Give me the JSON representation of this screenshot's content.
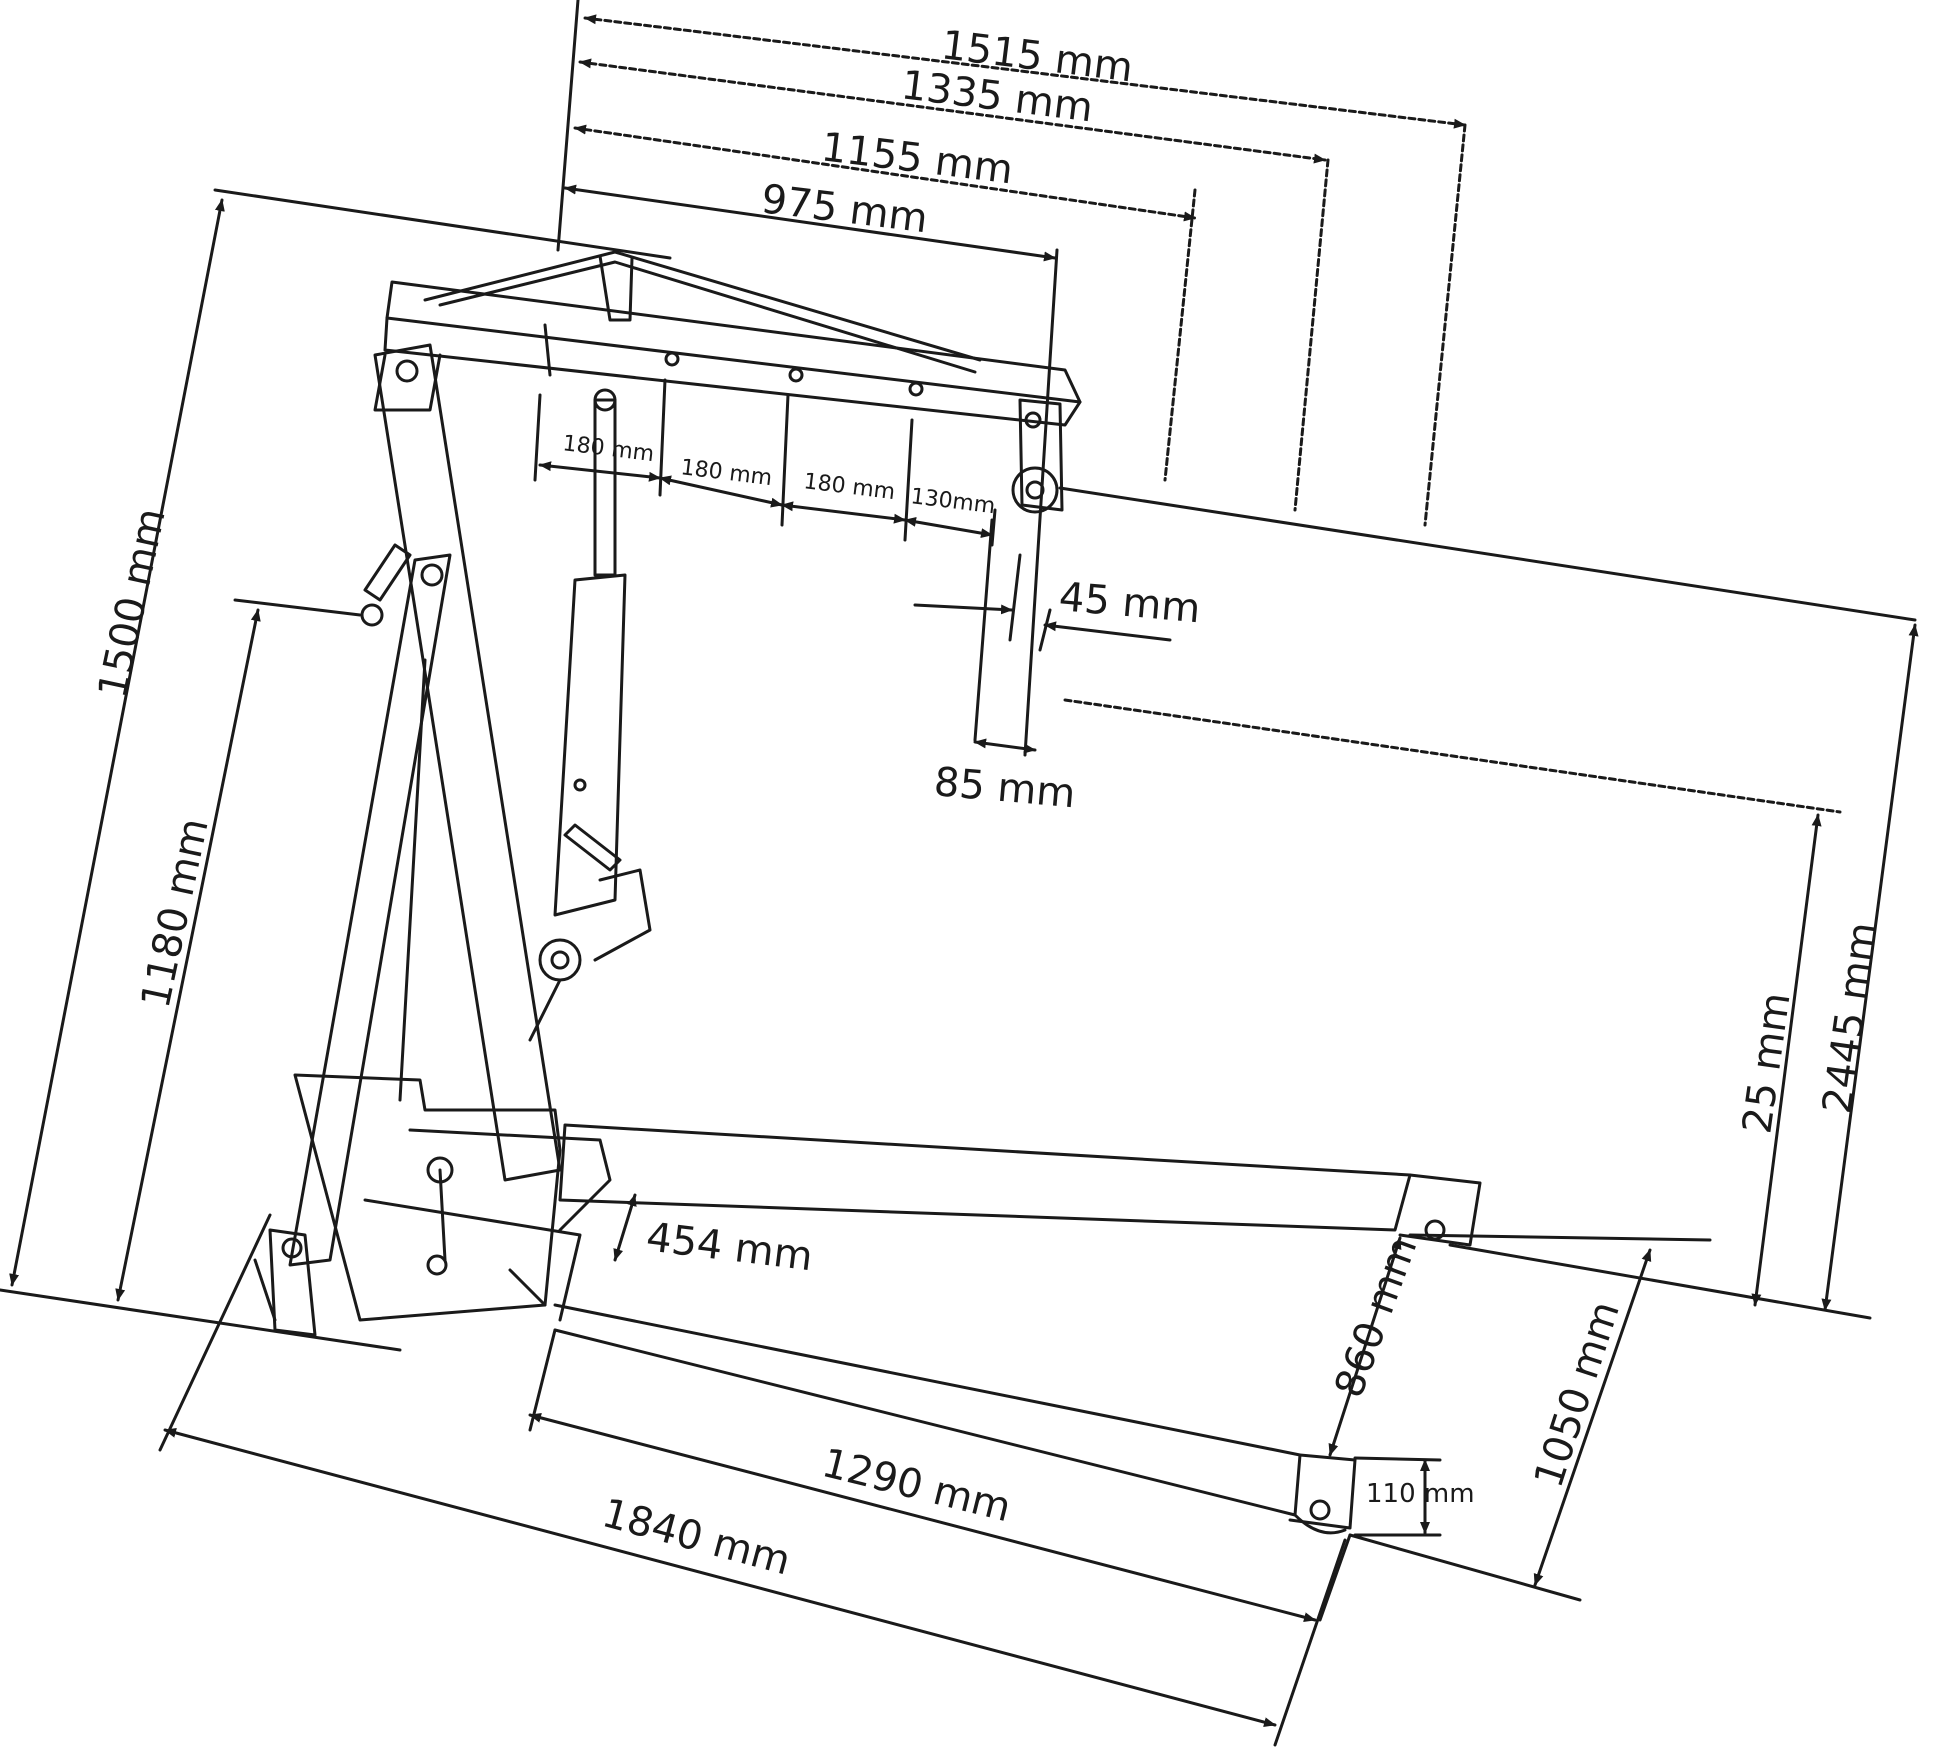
{
  "dimensions": {
    "reach_1515": "1515 mm",
    "reach_1335": "1335 mm",
    "reach_1155": "1155 mm",
    "reach_975": "975 mm",
    "hole_spacing_1": "180 mm",
    "hole_spacing_2": "180 mm",
    "hole_spacing_3": "180 mm",
    "hole_spacing_4": "130mm",
    "hook_width": "45 mm",
    "hook_offset": "85 mm",
    "overall_height": "1500 mm",
    "mast_height": "1180 mm",
    "min_hook_height": "25 mm",
    "max_hook_height": "2445 mm",
    "base_height": "454 mm",
    "inner_width": "860 mm",
    "outer_width": "1050 mm",
    "wheel_height": "110 mm",
    "leg_length": "1290 mm",
    "overall_length": "1840 mm"
  },
  "colors": {
    "line": "#1a1a1a",
    "background": "#ffffff"
  }
}
